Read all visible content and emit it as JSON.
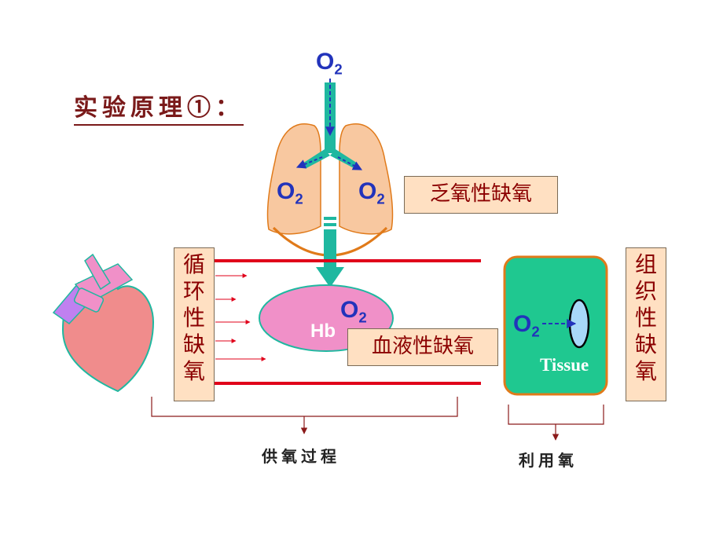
{
  "title": "实验原理①：",
  "o2": {
    "base": "O",
    "sub": "2"
  },
  "labels": {
    "hypoxic": "乏氧性缺氧",
    "hemic": "血液性缺氧",
    "circulatory": [
      "循",
      "环",
      "性",
      "缺",
      "氧"
    ],
    "histogenous": [
      "组",
      "织",
      "性",
      "缺",
      "氧"
    ]
  },
  "hb": "Hb",
  "tissue": "Tissue",
  "captions": {
    "supply": "供氧过程",
    "use": "利用氧"
  },
  "colors": {
    "title": "#7a1a1a",
    "label_text": "#8b0000",
    "label_bg": "#ffe0c2",
    "o2": "#2233bb",
    "lung": "#f8c8a0",
    "trachea": "#1fb8a0",
    "vessel": "#e0001a",
    "hb_cell": "#f090c8",
    "tissue_bg": "#1fc890",
    "tissue_border": "#e07a1a",
    "heart": "#f08c8c",
    "vessel_purple": "#c080f0",
    "vessel_pink": "#f090c8"
  }
}
